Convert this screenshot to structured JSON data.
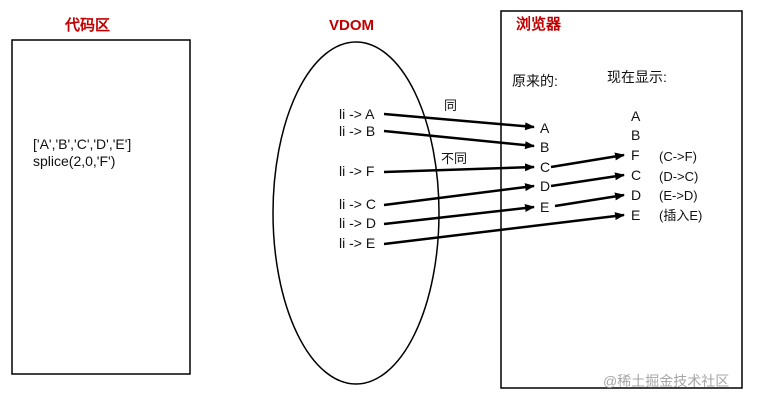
{
  "colors": {
    "title": "#c00000",
    "stroke": "#000000",
    "text": "#111111",
    "watermark": "#a6a6a6"
  },
  "code_area": {
    "title": "代码区",
    "lines": [
      "['A','B','C','D','E']",
      "splice(2,0,'F')"
    ]
  },
  "vdom": {
    "title": "VDOM",
    "items": [
      "li -> A",
      "li -> B",
      "li -> F",
      "li -> C",
      "li -> D",
      "li -> E"
    ],
    "label_same": "同",
    "label_diff": "不同"
  },
  "browser": {
    "title": "浏览器",
    "original_label": "原来的:",
    "current_label": "现在显示:",
    "original": [
      "A",
      "B",
      "C",
      "D",
      "E"
    ],
    "current": [
      "A",
      "B",
      "F",
      "C",
      "D",
      "E"
    ],
    "notes": [
      "(C->F)",
      "(D->C)",
      "(E->D)",
      "(插入E)"
    ]
  },
  "watermark": "@稀土掘金技术社区"
}
